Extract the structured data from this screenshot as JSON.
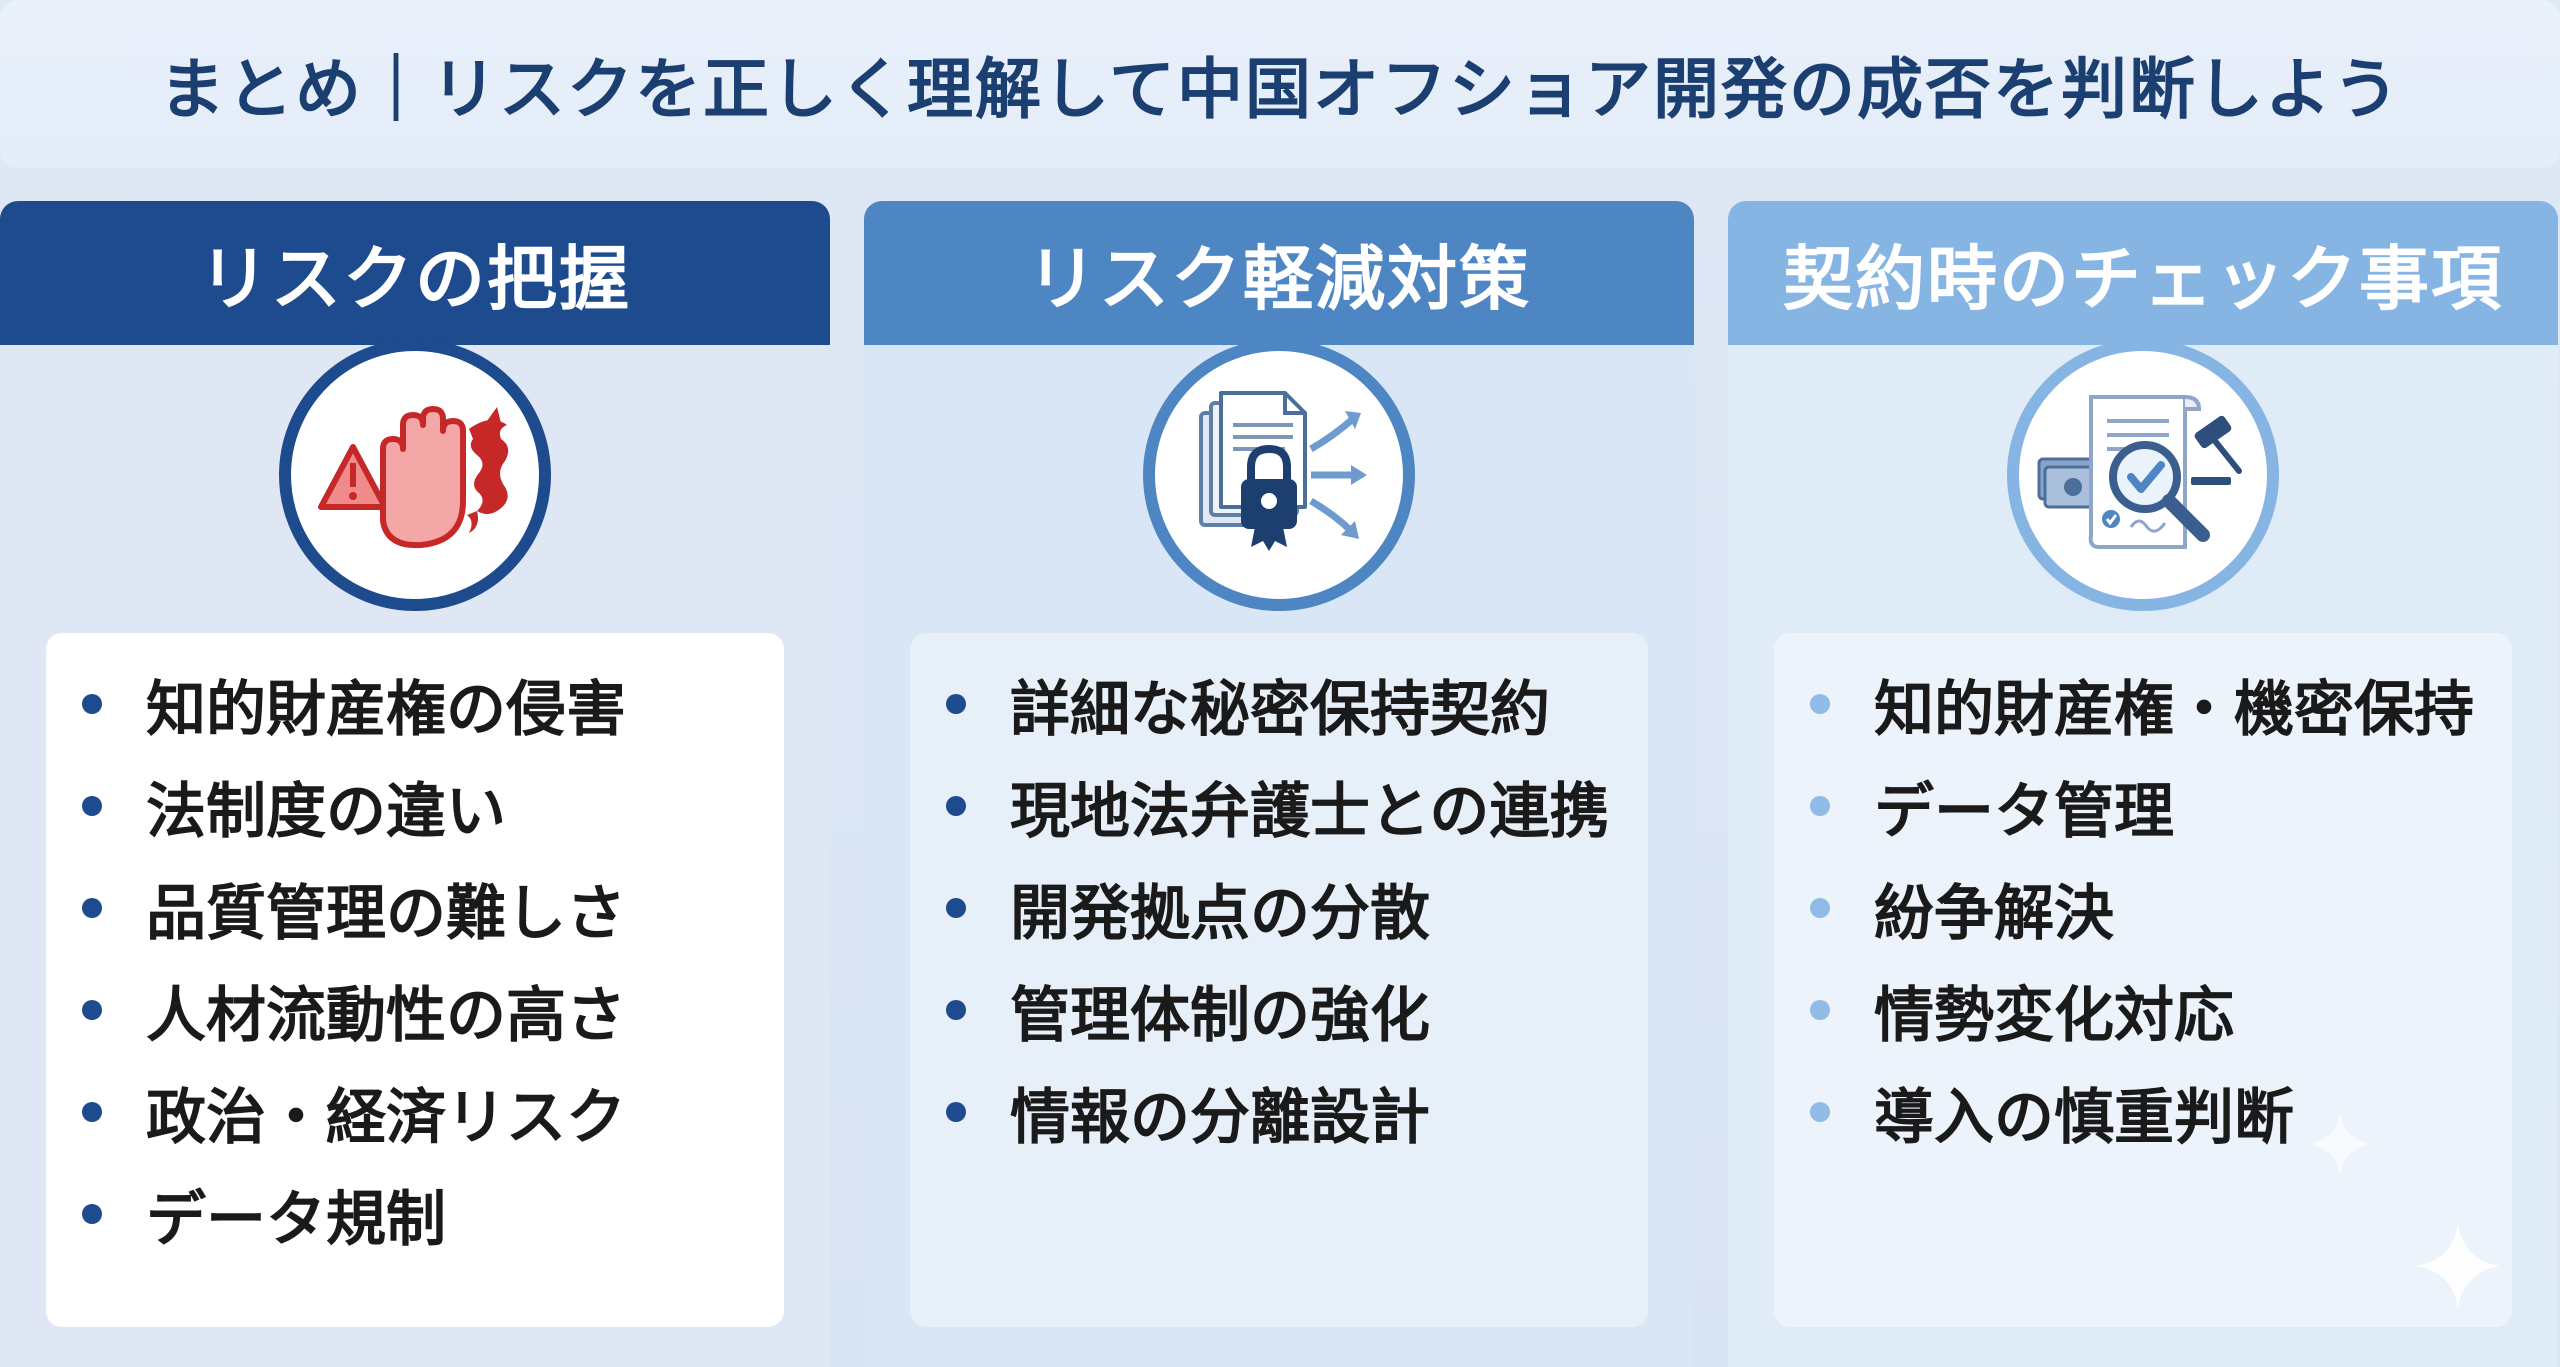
{
  "title": "まとめ｜リスクを正しく理解して中国オフショア開発の成否を判断しよう",
  "colors": {
    "title_text": "#1c3f72",
    "col1_header": "#1d4b8e",
    "col2_header": "#4d86c3",
    "col3_header": "#86b5e4"
  },
  "columns": [
    {
      "heading": "リスクの把握",
      "icon": "stop-hand-warning-dragon-icon",
      "items": [
        "知的財産権の侵害",
        "法制度の違い",
        "品質管理の難しさ",
        "人材流動性の高さ",
        "政治・経済リスク",
        "データ規制"
      ]
    },
    {
      "heading": "リスク軽減対策",
      "icon": "document-lock-arrows-icon",
      "items": [
        "詳細な秘密保持契約",
        "現地法弁護士との連携",
        "開発拠点の分散",
        "管理体制の強化",
        "情報の分離設計"
      ]
    },
    {
      "heading": "契約時のチェック事項",
      "icon": "contract-magnifier-gavel-icon",
      "items": [
        "知的財産権・機密保持",
        "データ管理",
        "紛争解決",
        "情勢変化対応",
        "導入の慎重判断"
      ]
    }
  ]
}
